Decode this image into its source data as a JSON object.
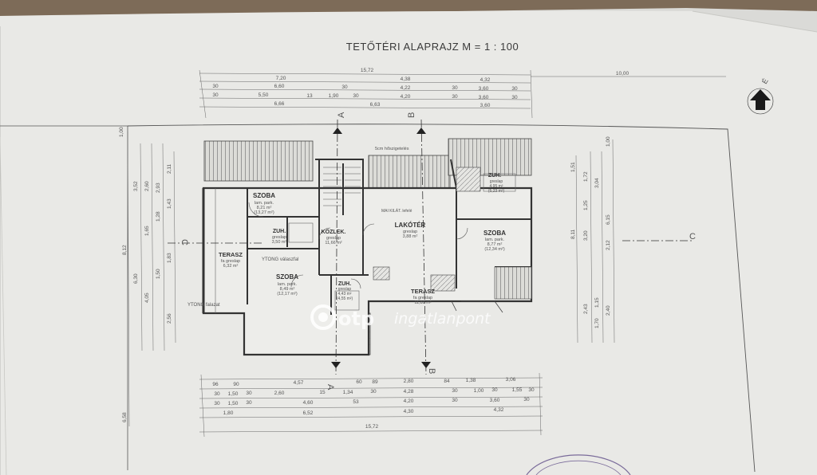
{
  "title": "TETŐTÉRI ALAPRAJZ M = 1 : 100",
  "north_label": "É",
  "watermark": {
    "brand": "otp",
    "product": "ingatlanpont"
  },
  "section_marks": {
    "a": "A",
    "b": "B",
    "c": "C"
  },
  "rooms": {
    "szoba1": {
      "name": "SZOBA",
      "lines": [
        "lam. park.",
        "8,21 m²",
        "(13,27 m²)"
      ]
    },
    "szoba2": {
      "name": "SZOBA",
      "lines": [
        "lam. park.",
        "8,49 m²",
        "(12,17 m²)"
      ]
    },
    "szoba3": {
      "name": "SZOBA",
      "lines": [
        "lam. park.",
        "8,77 m²",
        "(12,34 m²)"
      ]
    },
    "zuh1": {
      "name": "ZUH.",
      "lines": [
        "greslap",
        "3,50 m²"
      ]
    },
    "zuh2": {
      "name": "ZUH.",
      "lines": [
        "greslap",
        "4,43 m²",
        "(4,55 m²)"
      ]
    },
    "zuh3": {
      "name": "ZUH.",
      "lines": [
        "greslap",
        "4,95 m²",
        "(5,23 m²)"
      ]
    },
    "kozlekedo": {
      "name": "KÖZLEK.",
      "lines": [
        "greslap",
        "11,66 m²"
      ]
    },
    "lakoter": {
      "name": "LAKÓTÉR",
      "lines": [
        "greslap",
        "3,88 m²"
      ]
    },
    "terasz1": {
      "name": "TERASZ",
      "lines": [
        "fa greslap",
        "6,32 m²"
      ]
    },
    "terasz2": {
      "name": "TERASZ",
      "lines": [
        "fa greslap",
        "11,89 m²"
      ]
    }
  },
  "notes": {
    "ytong1": "YTONG válaszfal",
    "ytong2": "YTONG falazat",
    "gerenda": "5cm hőszigetelés",
    "lepcso": "MAI KILÁT. lefelé"
  },
  "dims_top": {
    "overall": "15,72",
    "right_overall": "10,00",
    "row1": [
      "7,20",
      "4,38",
      "4,32"
    ],
    "row2": [
      "30",
      "6,60",
      "30",
      "4,22",
      "30",
      "3,60",
      "30"
    ],
    "row3": [
      "30",
      "5,50",
      "13",
      "1,90",
      "30",
      "4,20",
      "30",
      "3,60",
      "30"
    ],
    "row4": [
      "6,66",
      "6,63",
      "3,60"
    ]
  },
  "dims_bottom": {
    "row1": [
      "96",
      "90",
      "4,57",
      "60",
      "89",
      "2,80",
      "84",
      "1,38",
      "3,06"
    ],
    "row2": [
      "30",
      "1,50",
      "30",
      "2,60",
      "15",
      "1,34",
      "30",
      "4,28",
      "30",
      "1,00",
      "30",
      "1,55",
      "30"
    ],
    "row3": [
      "30",
      "1,50",
      "30",
      "4,60",
      "53",
      "4,20",
      "30",
      "3,60",
      "30"
    ],
    "row4": [
      "1,80",
      "6,52",
      "4,30",
      "4,32"
    ],
    "overall": "15,72"
  },
  "dims_left": [
    "1,00",
    "3,52",
    "2,60",
    "2,11",
    "2,93",
    "1,43",
    "1,28",
    "1,65",
    "8,12",
    "1,83",
    "6,30",
    "1,50",
    "4,05",
    "2,56",
    "6,58"
  ],
  "dims_right": [
    "1,00",
    "1,51",
    "1,72",
    "3,04",
    "1,25",
    "6,15",
    "8,11",
    "3,20",
    "2,12",
    "2,43",
    "1,15",
    "1,70",
    "2,40"
  ]
}
